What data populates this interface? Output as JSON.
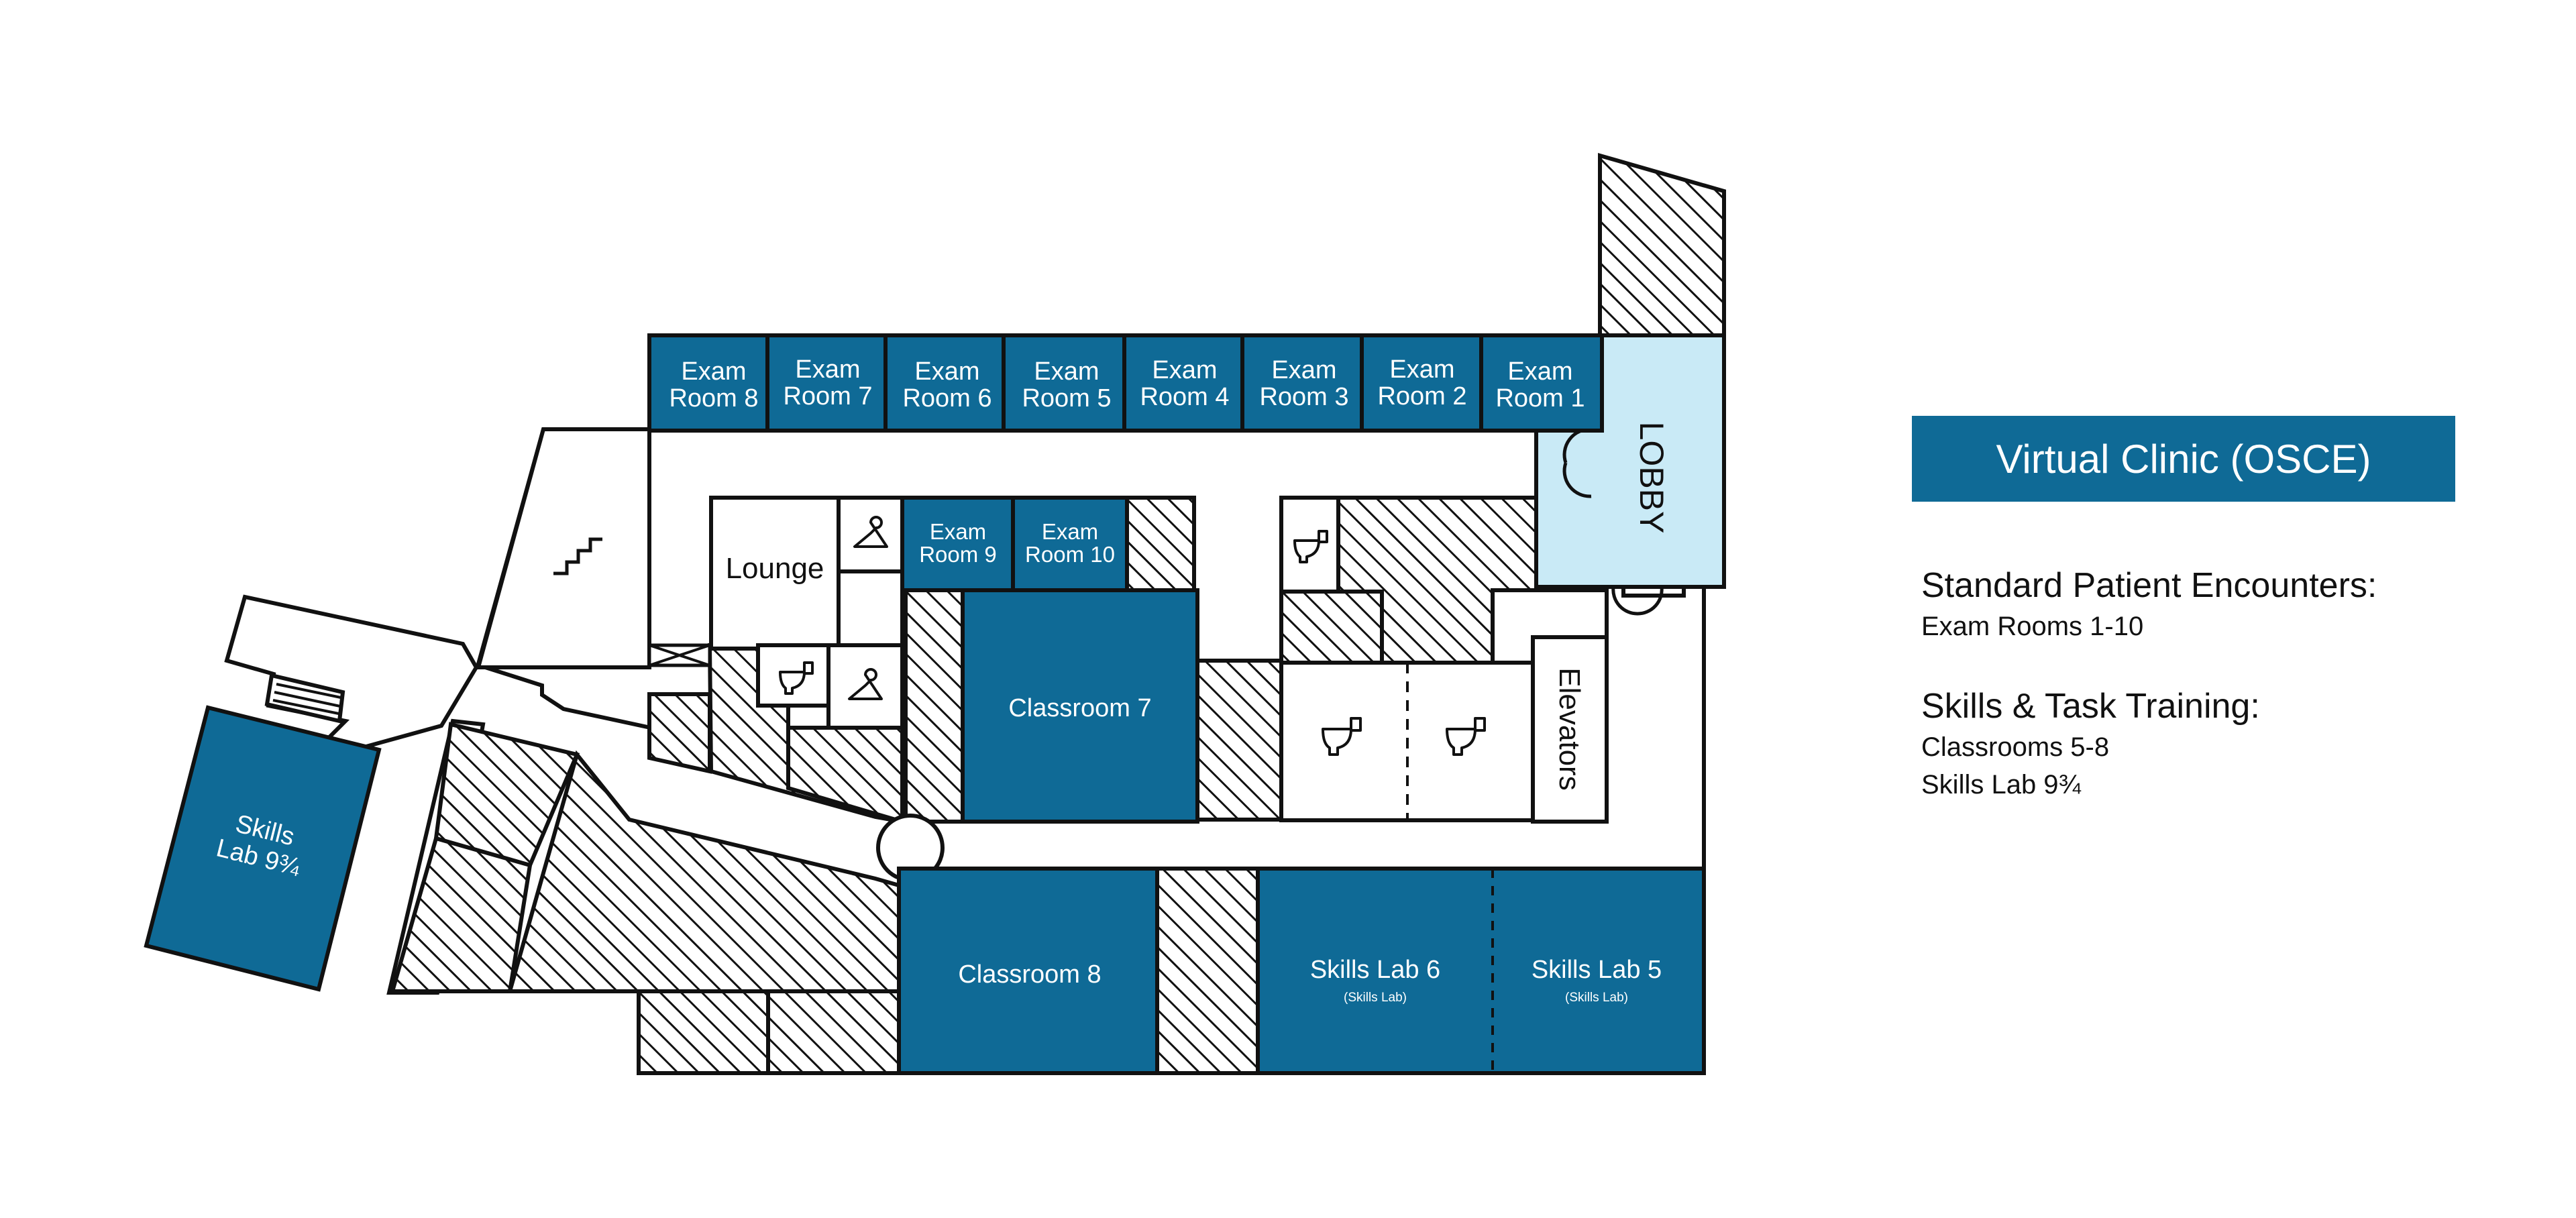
{
  "colors": {
    "room_blue": "#0f6a96",
    "lobby_blue": "#c9eaf6",
    "outline": "#111111",
    "hatch": "#111111",
    "background": "#ffffff"
  },
  "rooms": {
    "exam_8": [
      "Exam",
      "Room 8"
    ],
    "exam_7": [
      "Exam",
      "Room 7"
    ],
    "exam_6": [
      "Exam",
      "Room 6"
    ],
    "exam_5": [
      "Exam",
      "Room 5"
    ],
    "exam_4": [
      "Exam",
      "Room 4"
    ],
    "exam_3": [
      "Exam",
      "Room 3"
    ],
    "exam_2": [
      "Exam",
      "Room 2"
    ],
    "exam_1": [
      "Exam",
      "Room 1"
    ],
    "exam_9": [
      "Exam",
      "Room 9"
    ],
    "exam_10": [
      "Exam",
      "Room 10"
    ],
    "classroom_7": "Classroom 7",
    "classroom_8": "Classroom 8",
    "skills_lab_6": "Skills Lab 6",
    "skills_lab_6_sub": "(Skills Lab)",
    "skills_lab_5": "Skills Lab 5",
    "skills_lab_5_sub": "(Skills Lab)",
    "skills_lab_9_3_4": [
      "Skills",
      "Lab 9¾"
    ],
    "lounge": "Lounge",
    "lobby": "LOBBY",
    "elevators": "Elevators"
  },
  "icons": {
    "stairs": "stairs-icon",
    "coat_room": "coat-hanger-icon",
    "restroom": "toilet-icon",
    "door_swing": "door-swing-icon"
  },
  "legend": {
    "title": "Virtual Clinic (OSCE)",
    "groups": [
      {
        "heading": "Standard Patient Encounters:",
        "items": [
          "Exam Rooms 1-10"
        ]
      },
      {
        "heading": "Skills & Task Training:",
        "items": [
          "Classrooms 5-8",
          "Skills Lab 9¾"
        ]
      }
    ]
  }
}
